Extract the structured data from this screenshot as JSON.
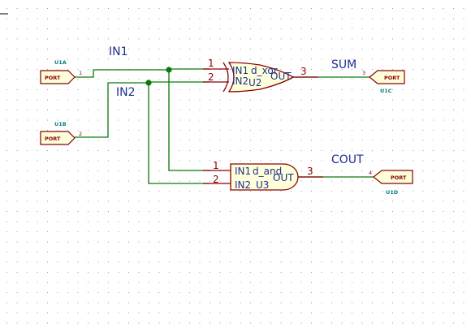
{
  "nets": {
    "in1": "IN1",
    "in2": "IN2",
    "sum": "SUM",
    "cout": "COUT"
  },
  "ports": {
    "u1a": {
      "label": "PORT",
      "ref": "U1A",
      "pin": "1"
    },
    "u1b": {
      "label": "PORT",
      "ref": "U1B",
      "pin": "2"
    },
    "u1c": {
      "label": "PORT",
      "ref": "U1C",
      "pin": "3"
    },
    "u1d": {
      "label": "PORT",
      "ref": "U1D",
      "pin": "4"
    }
  },
  "u2": {
    "pin1": "1",
    "pin2": "2",
    "pin3": "3",
    "in1": "IN1",
    "in2": "IN2",
    "out": "OUT",
    "value": "d_xor",
    "ref": "U2"
  },
  "u3": {
    "pin1": "1",
    "pin2": "2",
    "pin3": "3",
    "in1": "IN1",
    "in2": "IN2",
    "out": "OUT",
    "value": "d_and",
    "ref": "U3"
  },
  "colors": {
    "wire": "#0a7a0a",
    "component": "#8a0000",
    "text": "#1f2f8f",
    "reference": "#0f7f7f",
    "fill": "#ffffdc",
    "grid": "#9a9a9a"
  }
}
